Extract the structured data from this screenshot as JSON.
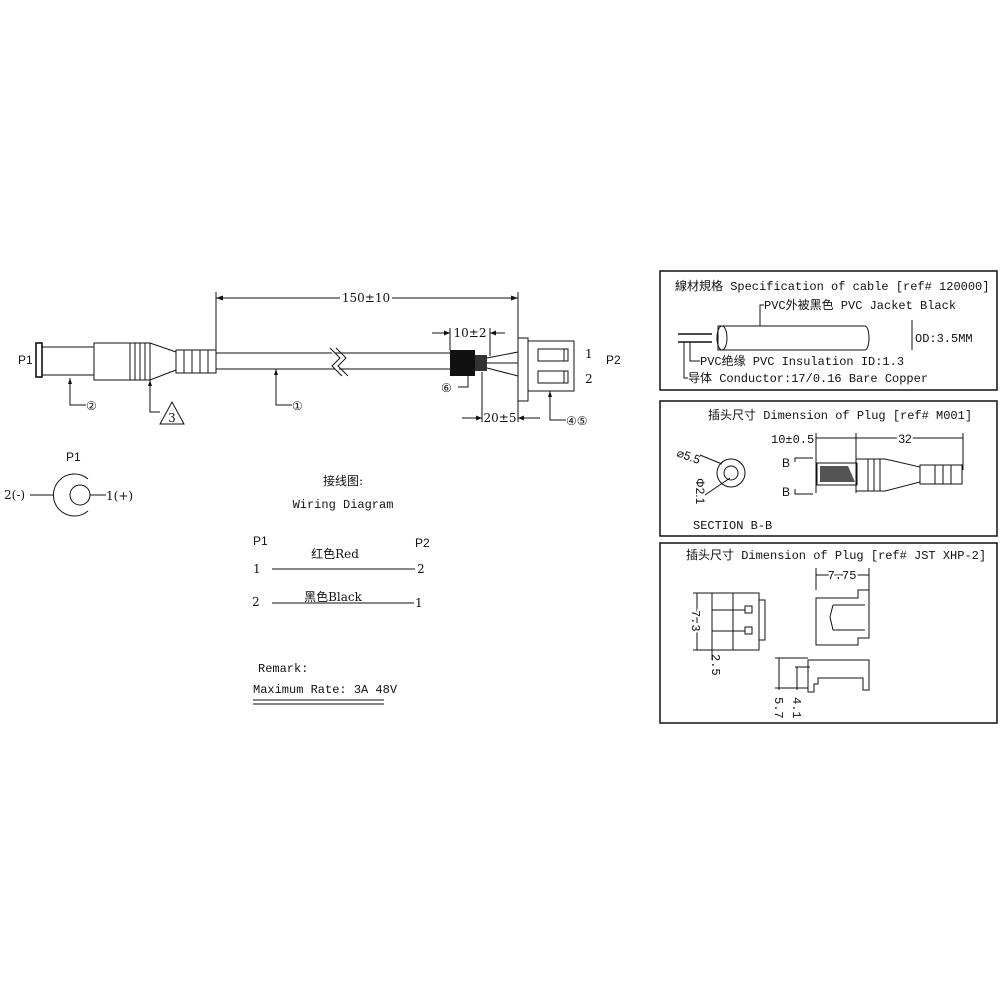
{
  "cable_drawing": {
    "p1_label": "P1",
    "p2_label": "P2",
    "pin1": "1",
    "pin2": "2",
    "length_dim": "150±10",
    "strip_dim": "10±2",
    "wire_dim": "20±5",
    "callouts": [
      "①",
      "②",
      "3",
      "④⑤",
      "⑥"
    ]
  },
  "pinout": {
    "label": "P1",
    "negative": "2(-)",
    "positive": "1(+)"
  },
  "wiring": {
    "title_cn": "接线图:",
    "title_en": "Wiring Diagram",
    "p1": "P1",
    "p2": "P2",
    "rows": [
      {
        "color": "红色Red",
        "from": "1",
        "to": "2"
      },
      {
        "color": "黑色Black",
        "from": "2",
        "to": "1"
      }
    ],
    "remark_label": "Remark:",
    "remark_text": "Maximum Rate: 3A 48V"
  },
  "cable_spec": {
    "title": "線材規格 Specification of cable [ref# 120000]",
    "jacket": "PVC外被黑色 PVC Jacket Black",
    "od": "OD:3.5MM",
    "insulation": "PVC绝缘 PVC Insulation ID:1.3",
    "conductor": "导体 Conductor:17/0.16 Bare Copper"
  },
  "plug_dc": {
    "title": "插头尺寸 Dimension of Plug [ref# M001]",
    "outer_dia": "⌀5.5",
    "inner_dia": "Φ2.1",
    "section": "SECTION B-B",
    "dim_tip": "10±0.5",
    "dim_body": "32",
    "section_mark": "B"
  },
  "plug_jst": {
    "title": "插头尺寸 Dimension of Plug [ref# JST XHP-2]",
    "width": "7.75",
    "height": "7.3",
    "pitch": "2.5",
    "depth1": "4.1",
    "depth2": "5.7"
  }
}
